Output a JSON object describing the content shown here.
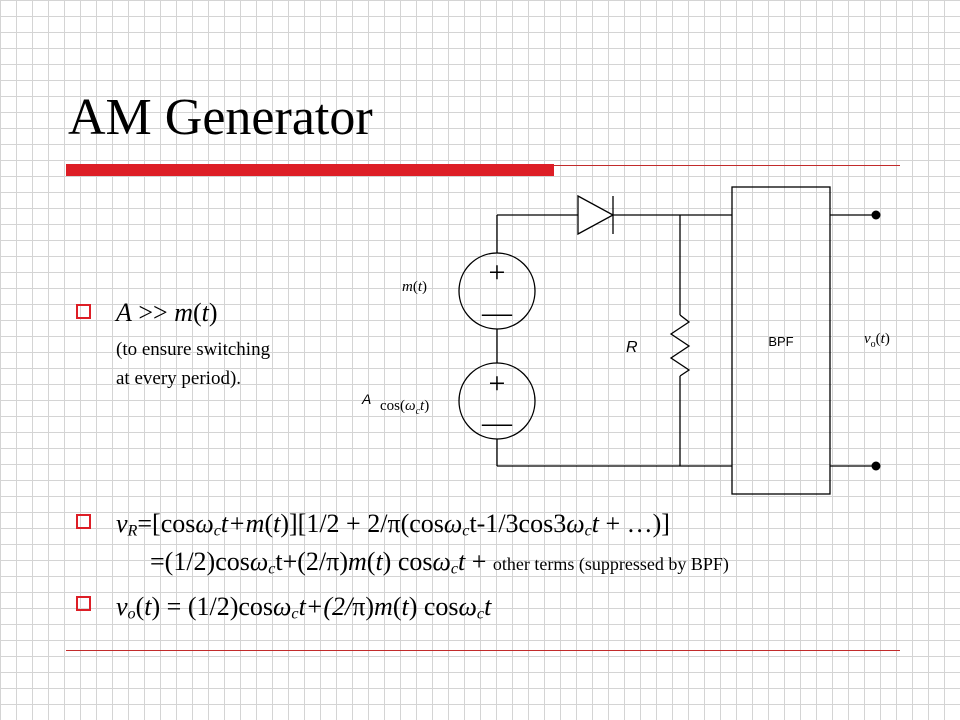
{
  "title": "AM Generator",
  "bullets": {
    "b1": {
      "line1": {
        "a": "A",
        "b": " >> ",
        "c": "m",
        "d": "(",
        "e": "t",
        "f": ")"
      },
      "note1": "(to ensure switching",
      "note2": "at every period)."
    },
    "b2": {
      "line1": {
        "v": "v",
        "sub_r": "R",
        "t1": "=[cos",
        "w1": "ω",
        "s1": "c",
        "t2": "t+",
        "m": "m",
        "t3": "(",
        "t": "t",
        "t4": ")][1/2 + 2/",
        "pi": "π",
        "t5": "(cos",
        "w2": "ω",
        "s2": "c",
        "t6": "t-1/3cos3",
        "w3": "ω",
        "s3": "c",
        "t7": "t",
        "t8": " + …)]"
      },
      "line2": {
        "a1": "=(1/2)cos",
        "w1": "ω",
        "s1": "c",
        "a2": "t+(2/",
        "pi": "π",
        "a3": ")",
        "m": "m",
        "a4": "(",
        "t": "t",
        "a5": ") cos",
        "w2": "ω",
        "s2": "c",
        "a6": "t",
        "a7": " + ",
        "small": "other terms (suppressed by BPF)"
      }
    },
    "b3": {
      "v": "v",
      "sub_o": "o",
      "a1": "(",
      "t": "t",
      "a2": ") = (1/2)cos",
      "w1": "ω",
      "s1": "c",
      "a3": "t+(2/",
      "pi": "π",
      "a4": ")",
      "m": "m",
      "a5": "(",
      "t2": "t",
      "a6": ") cos",
      "w2": "ω",
      "s2": "c",
      "a7": "t"
    }
  },
  "circuit": {
    "source_top": {
      "m": "m",
      "p1": "(",
      "t": "t",
      "p2": ")",
      "plus": "+",
      "minus": "—"
    },
    "source_bottom": {
      "A": "A",
      "cos": "cos(",
      "w": "ω",
      "sub": "c",
      "t": "t",
      "close": ")",
      "plus": "+",
      "minus": "—"
    },
    "resistor": "R",
    "bpf": "BPF",
    "output": {
      "v": "v",
      "sub": "o",
      "p1": "(",
      "t": "t",
      "p2": ")"
    }
  }
}
